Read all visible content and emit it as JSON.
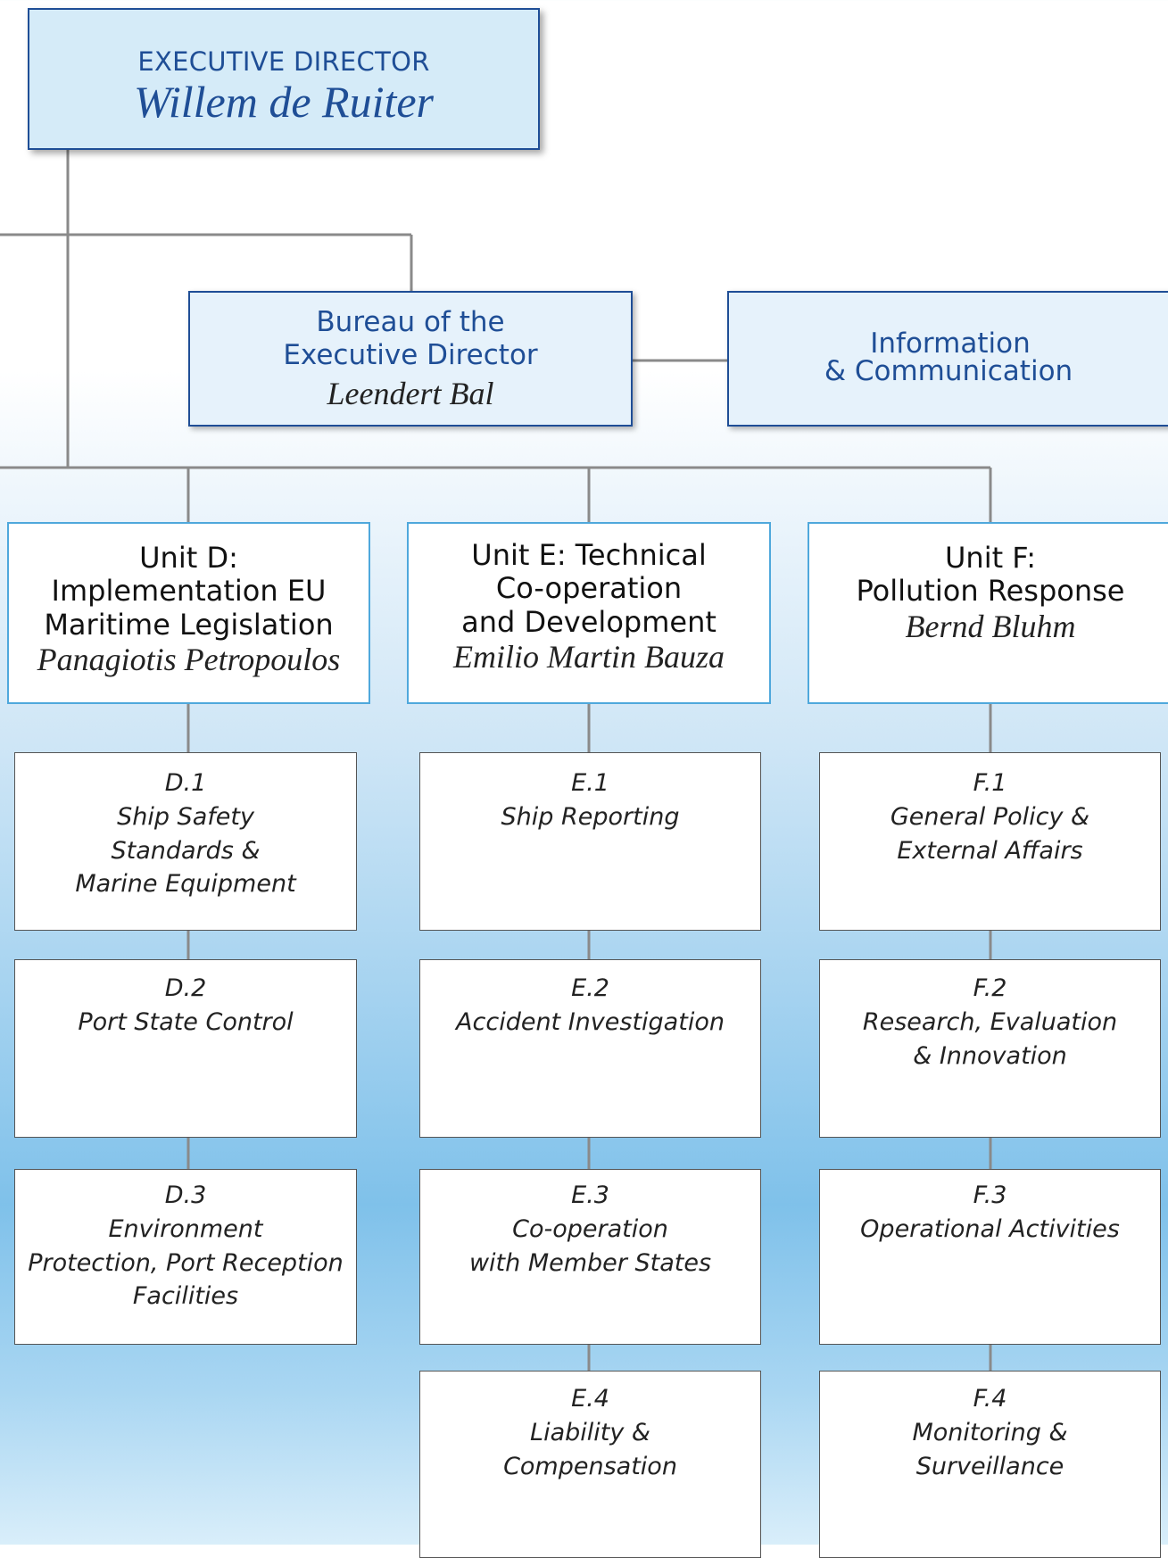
{
  "executive": {
    "title": "EXECUTIVE DIRECTOR",
    "name": "Willem de Ruiter"
  },
  "bureau": {
    "line1": "Bureau of the",
    "line2": "Executive Director",
    "name": "Leendert Bal"
  },
  "info": {
    "line1": "Information",
    "line2": "& Communication"
  },
  "units": [
    {
      "lines": [
        "Unit D:",
        "Implementation EU",
        "Maritime Legislation"
      ],
      "name": "Panagiotis Petropoulos"
    },
    {
      "lines": [
        "Unit E: Technical",
        "Co-operation",
        "and Development"
      ],
      "name": "Emilio Martin Bauza"
    },
    {
      "lines": [
        "Unit F:",
        "Pollution Response"
      ],
      "name": "Bernd Bluhm"
    }
  ],
  "sections": {
    "d": [
      {
        "code": "D.1",
        "lines": [
          "Ship Safety",
          "Standards &",
          "Marine Equipment"
        ]
      },
      {
        "code": "D.2",
        "lines": [
          "Port State Control"
        ]
      },
      {
        "code": "D.3",
        "lines": [
          "Environment",
          "Protection, Port Reception",
          "Facilities"
        ]
      }
    ],
    "e": [
      {
        "code": "E.1",
        "lines": [
          "Ship Reporting"
        ]
      },
      {
        "code": "E.2",
        "lines": [
          "Accident Investigation"
        ]
      },
      {
        "code": "E.3",
        "lines": [
          "Co-operation",
          "with Member States"
        ]
      },
      {
        "code": "E.4",
        "lines": [
          "Liability &",
          "Compensation"
        ]
      }
    ],
    "f": [
      {
        "code": "F.1",
        "lines": [
          "General Policy &",
          "External Affairs"
        ]
      },
      {
        "code": "F.2",
        "lines": [
          "Research, Evaluation",
          "& Innovation"
        ]
      },
      {
        "code": "F.3",
        "lines": [
          "Operational Activities"
        ]
      },
      {
        "code": "F.4",
        "lines": [
          "Monitoring &",
          "Surveillance"
        ]
      }
    ]
  },
  "colors": {
    "navy": "#1f4e96",
    "unit_border": "#4fa8dc",
    "connector": "#8a8a8a"
  }
}
